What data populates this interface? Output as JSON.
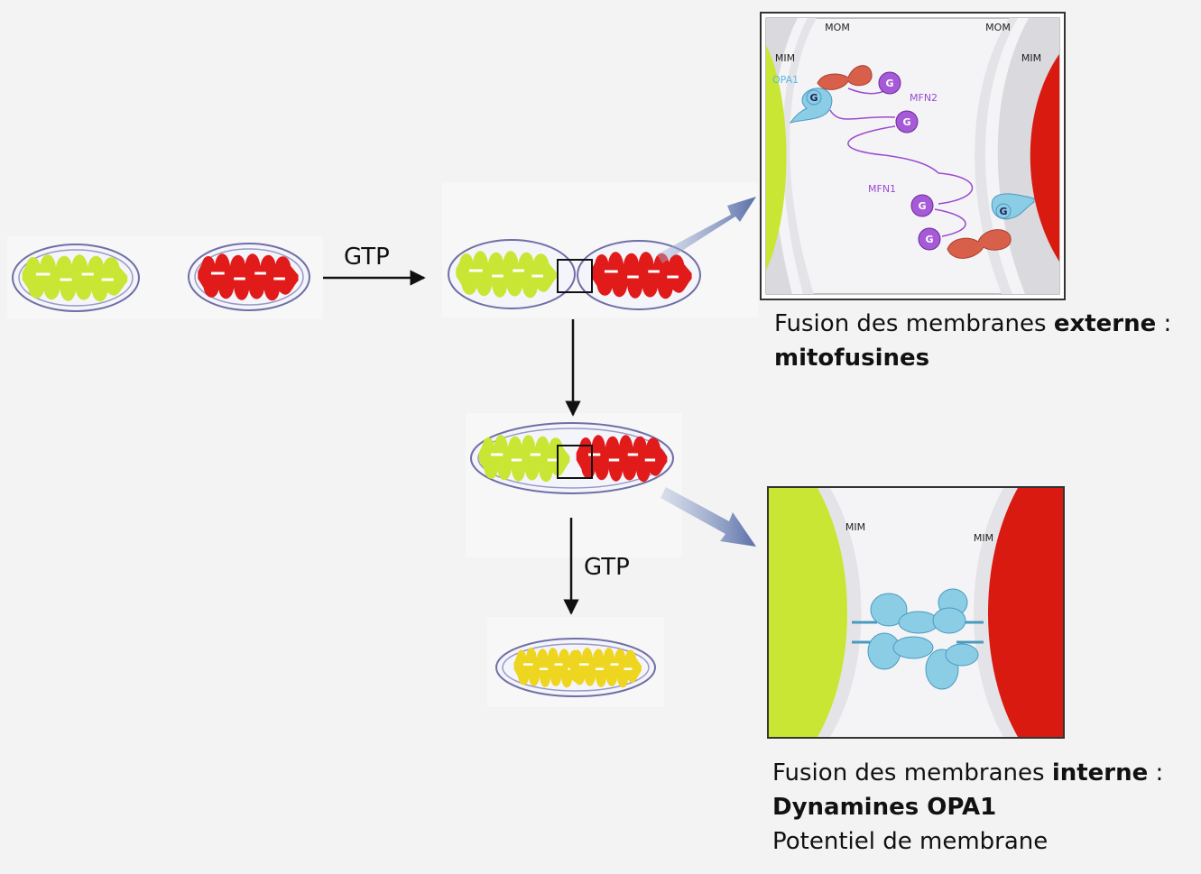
{
  "arrows": {
    "gtp_horizontal": "GTP",
    "gtp_vertical": "GTP"
  },
  "outer_panel": {
    "mom_left": "MOM",
    "mom_right": "MOM",
    "mim_left": "MIM",
    "mim_right": "MIM",
    "opa1": "OPA1",
    "mfn2": "MFN2",
    "mfn1": "MFN1",
    "g_symbol": "G"
  },
  "inner_panel": {
    "mim_left": "MIM",
    "mim_right": "MIM"
  },
  "caption_outer": {
    "line1_pre": "Fusion des membranes ",
    "line1_bold": "externe",
    "line1_post": " :",
    "line2_bold": "mitofusines"
  },
  "caption_inner": {
    "line1_pre": "Fusion des membranes ",
    "line1_bold": "interne",
    "line1_post": " :",
    "line2_bold": "Dynamines OPA1",
    "line3": "Potentiel de membrane"
  },
  "colors": {
    "green_matrix": "#c8e633",
    "red_matrix": "#e11a1a",
    "yellow_matrix": "#eed51f",
    "membrane": "#7a7aa8",
    "opa1": "#8ccde6",
    "mfn": "#9a4ad0",
    "pointer_arrow": "#6a7fb0"
  }
}
